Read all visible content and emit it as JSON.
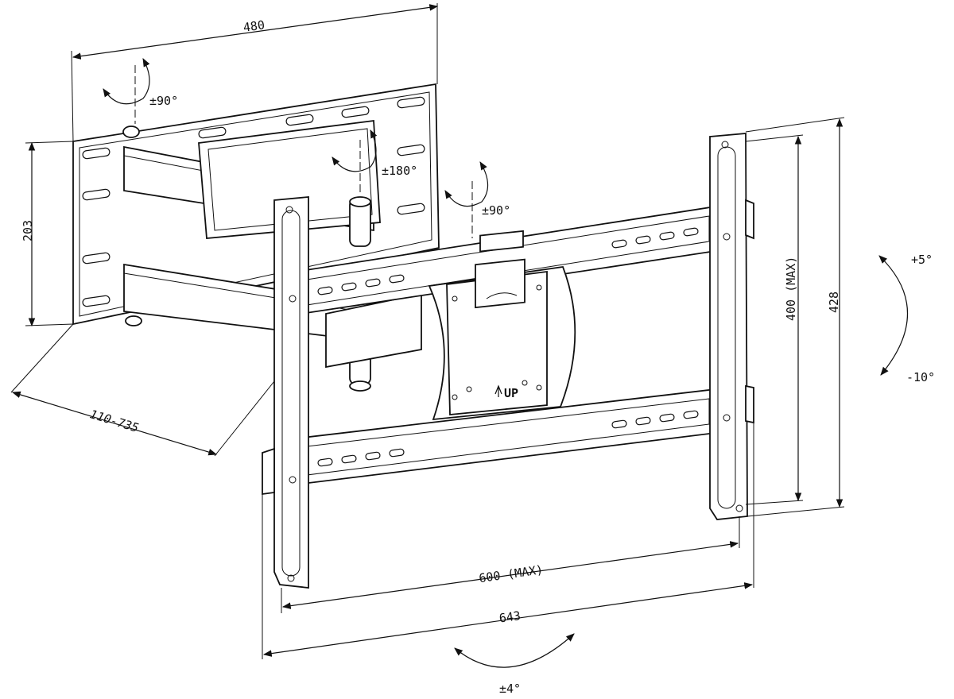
{
  "diagram": {
    "dimensions": {
      "wall_plate_width": "480",
      "wall_plate_height": "203",
      "extension": "110-735",
      "vesa_width": "600 (MAX)",
      "overall_width": "643",
      "vesa_height": "400 (MAX)",
      "overall_height": "428"
    },
    "rotations": {
      "wall_swivel": "±90°",
      "arm_swivel": "±180°",
      "bracket_swivel": "±90°",
      "tilt_up": "+5°",
      "tilt_down": "-10°",
      "level_adjust": "±4°"
    },
    "labels": {
      "up_marker": "UP"
    }
  }
}
